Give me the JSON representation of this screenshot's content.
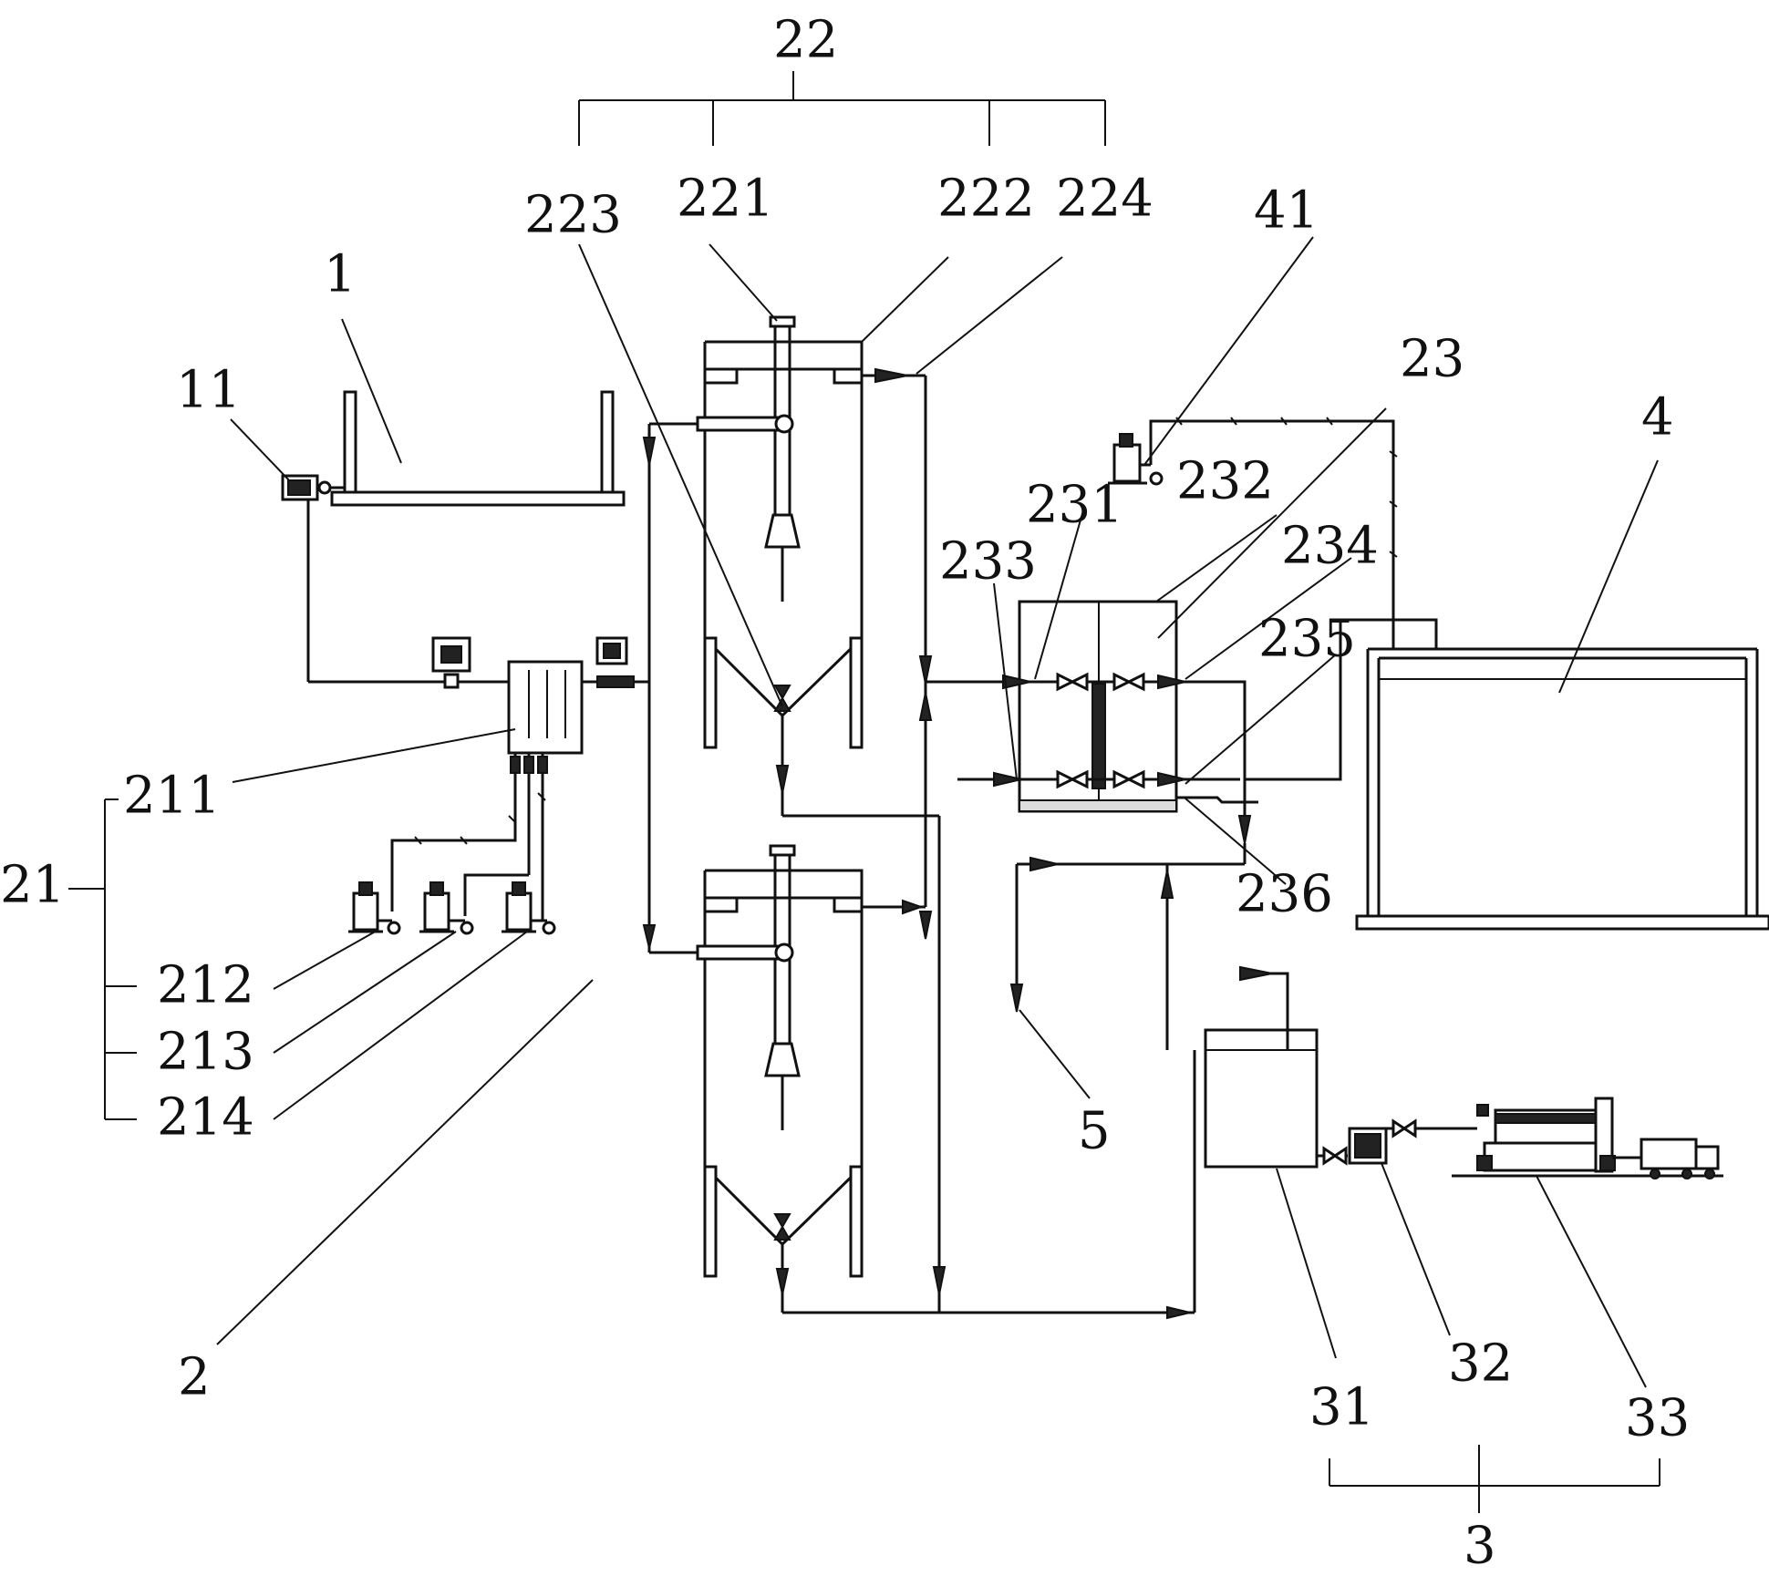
{
  "labels": {
    "l1": "1",
    "l11": "11",
    "l2": "2",
    "l21": "21",
    "l211": "211",
    "l212": "212",
    "l213": "213",
    "l214": "214",
    "l22": "22",
    "l221": "221",
    "l222": "222",
    "l223": "223",
    "l224": "224",
    "l23": "23",
    "l231": "231",
    "l232": "232",
    "l233": "233",
    "l234": "234",
    "l235": "235",
    "l236": "236",
    "l3": "3",
    "l31": "31",
    "l32": "32",
    "l33": "33",
    "l4": "4",
    "l41": "41",
    "l5": "5"
  },
  "colors": {
    "line": "#111111",
    "background": "#ffffff"
  }
}
